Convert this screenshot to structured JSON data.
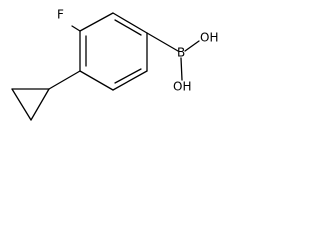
{
  "structure": {
    "atoms": {
      "fluorine": "F",
      "boron": "B",
      "hydroxyl_1": "OH",
      "hydroxyl_2": "OH"
    },
    "line_color": "#000000",
    "background_color": "#ffffff"
  }
}
